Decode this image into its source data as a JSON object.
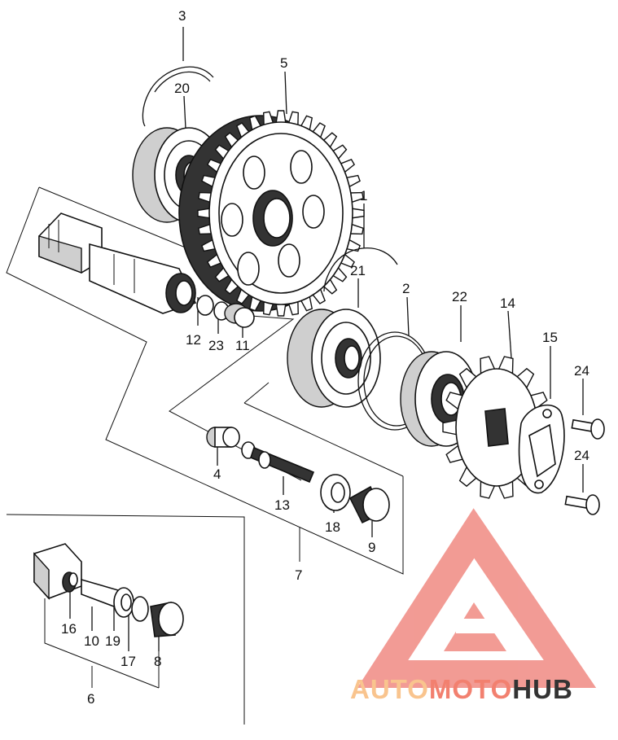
{
  "callouts": [
    {
      "id": "3",
      "label": "3"
    },
    {
      "id": "20",
      "label": "20"
    },
    {
      "id": "5",
      "label": "5"
    },
    {
      "id": "1",
      "label": "1"
    },
    {
      "id": "21",
      "label": "21"
    },
    {
      "id": "2",
      "label": "2"
    },
    {
      "id": "22",
      "label": "22"
    },
    {
      "id": "14",
      "label": "14"
    },
    {
      "id": "15",
      "label": "15"
    },
    {
      "id": "24a",
      "label": "24"
    },
    {
      "id": "24b",
      "label": "24"
    },
    {
      "id": "12",
      "label": "12"
    },
    {
      "id": "23",
      "label": "23"
    },
    {
      "id": "11",
      "label": "11"
    },
    {
      "id": "4",
      "label": "4"
    },
    {
      "id": "13",
      "label": "13"
    },
    {
      "id": "18",
      "label": "18"
    },
    {
      "id": "9",
      "label": "9"
    },
    {
      "id": "7",
      "label": "7"
    },
    {
      "id": "16",
      "label": "16"
    },
    {
      "id": "10",
      "label": "10"
    },
    {
      "id": "19",
      "label": "19"
    },
    {
      "id": "17",
      "label": "17"
    },
    {
      "id": "8",
      "label": "8"
    },
    {
      "id": "6",
      "label": "6"
    }
  ],
  "watermark": {
    "part1": "AUTO",
    "part2": "MOTO",
    "part3": "HUB",
    "color_light": "#f9c48e",
    "color_accent": "#f2806f",
    "color_dark": "#333333",
    "logo_color": "#f08a82"
  }
}
